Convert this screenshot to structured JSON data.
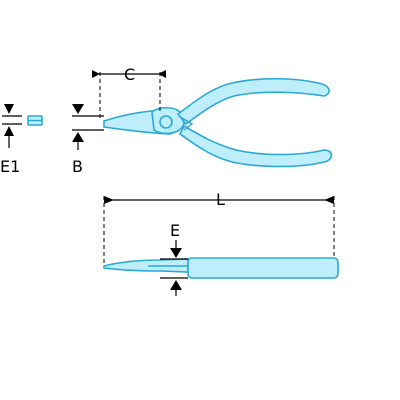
{
  "colors": {
    "tool_fill": "#bdeefa",
    "tool_stroke": "#2aa9d6",
    "dimension": "#000000"
  },
  "labels": {
    "c": "C",
    "e1": "E1",
    "b": "B",
    "l": "L",
    "e": "E"
  }
}
